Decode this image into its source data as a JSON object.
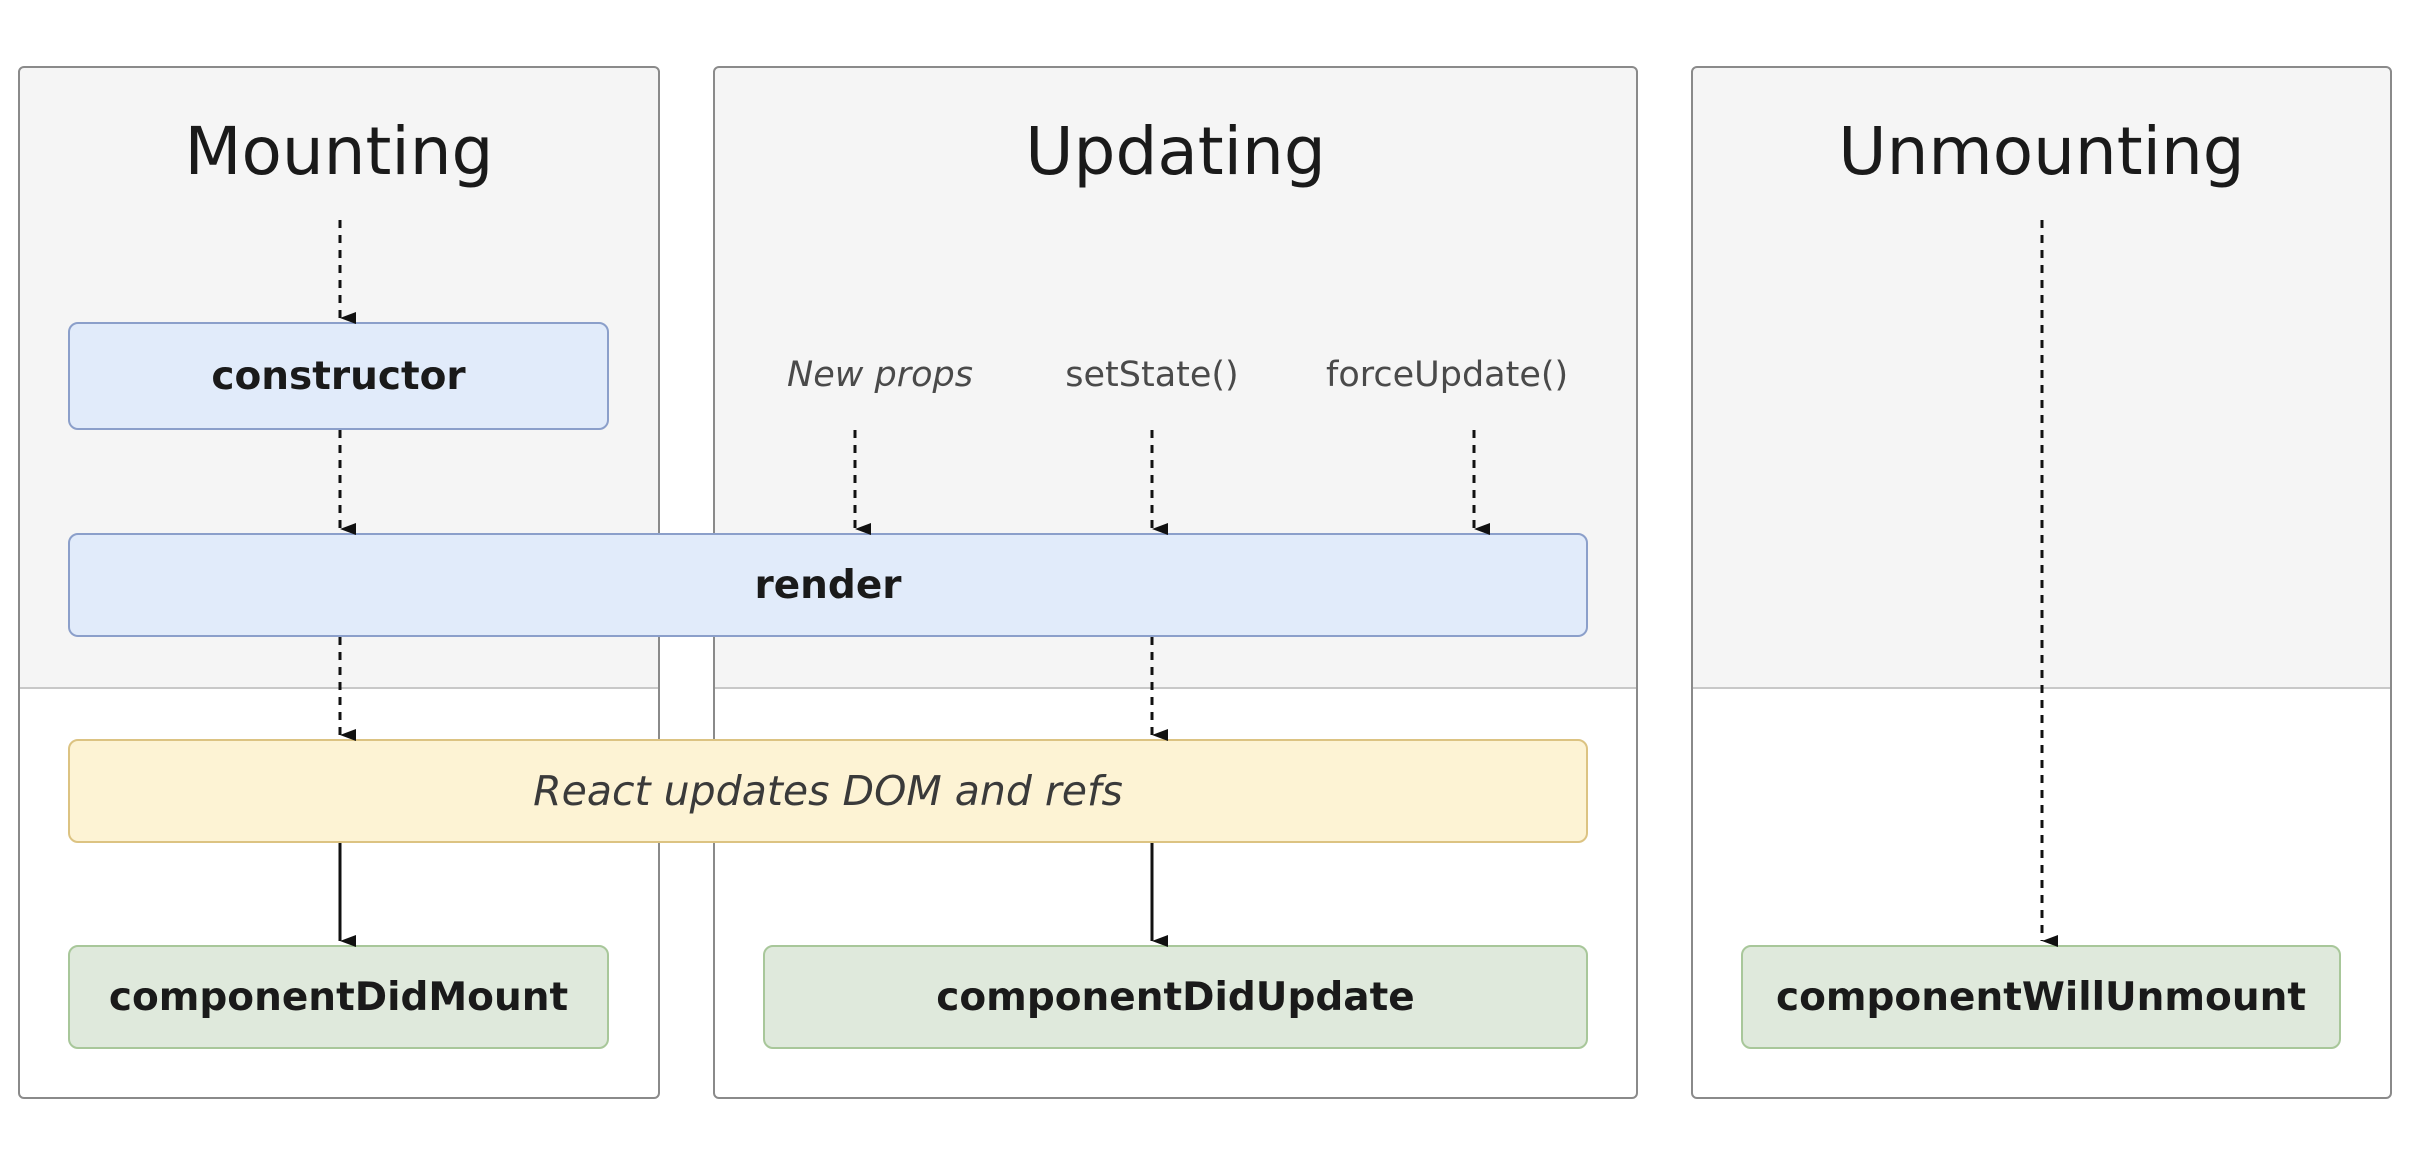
{
  "phases": {
    "mounting": "Mounting",
    "updating": "Updating",
    "unmounting": "Unmounting"
  },
  "triggers": {
    "new_props": "New props",
    "set_state": "setState()",
    "force_update": "forceUpdate()"
  },
  "methods": {
    "constructor": "constructor",
    "render": "render",
    "dom_update": "React updates DOM and refs",
    "did_mount": "componentDidMount",
    "did_update": "componentDidUpdate",
    "will_unmount": "componentWillUnmount"
  },
  "colors": {
    "render_phase_fill": "#e1ebfa",
    "commit_phase_fill": "#fdf3d4",
    "lifecycle_fill": "#dfe9dc",
    "panel_background": "#f5f5f5",
    "panel_border": "#8a8a8a"
  }
}
